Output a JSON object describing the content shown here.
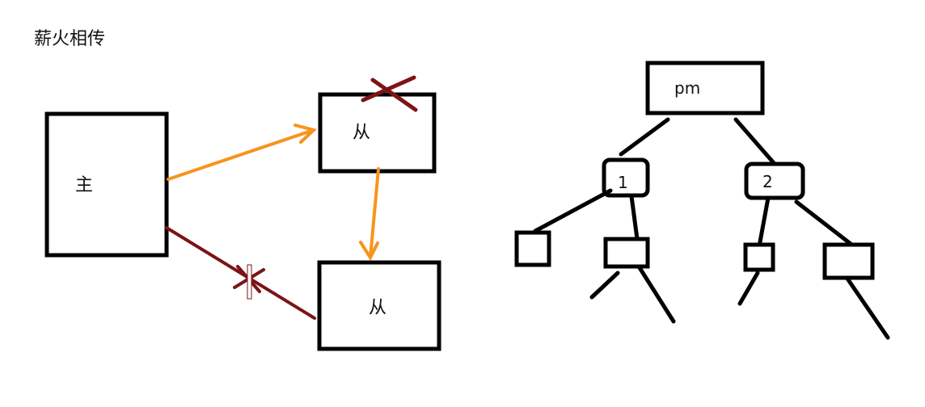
{
  "title": "薪火相传",
  "left_diagram": {
    "master_label": "主",
    "slave1_label": "从",
    "slave2_label": "从"
  },
  "right_diagram": {
    "root_label": "pm",
    "child1_label": "1",
    "child2_label": "2"
  },
  "colors": {
    "box_stroke": "#000000",
    "orange_arrow": "#f7941d",
    "dark_red_line": "#7b1416"
  }
}
